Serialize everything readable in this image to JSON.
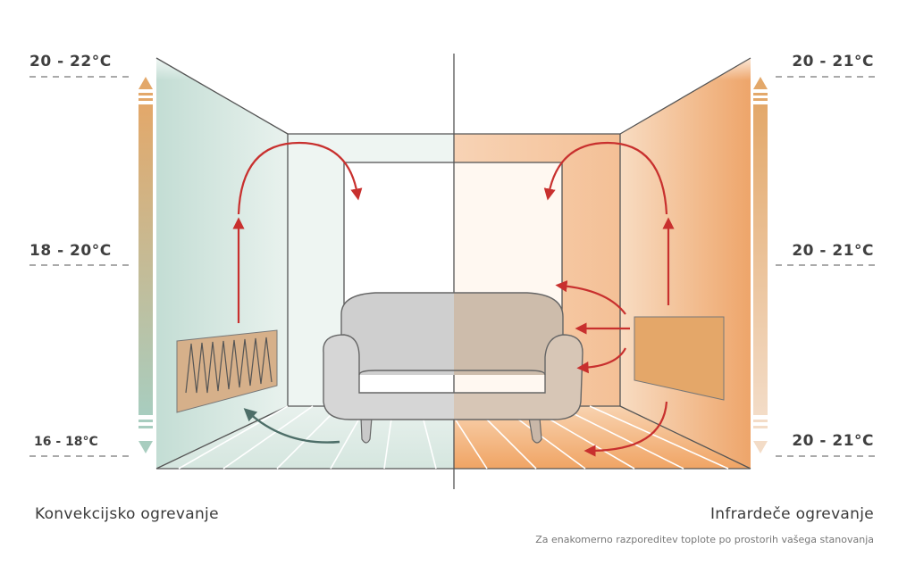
{
  "temperatures": {
    "left_top": "20 - 22°C",
    "left_mid": "18 - 20°C",
    "left_bottom": "16 - 18°C",
    "right_top": "20 - 21°C",
    "right_mid": "20 - 21°C",
    "right_bottom": "20 - 21°C"
  },
  "captions": {
    "left": "Konvekcijsko ogrevanje",
    "right": "Infrardeče ogrevanje",
    "subtitle": "Za enakomerno razporeditev toplote po prostorih vašega stanovanja"
  },
  "colors": {
    "cool_tint": "#cfe3dc",
    "warm_tint": "#f3c9a0",
    "arrow_red": "#c8302e",
    "arrow_teal": "#4d6e68",
    "heater_orange": "#e4a769",
    "sofa_grey": "#cfcfcf",
    "gauge_top": "#e3a86a",
    "gauge_bottom": "#a8cdbf"
  }
}
